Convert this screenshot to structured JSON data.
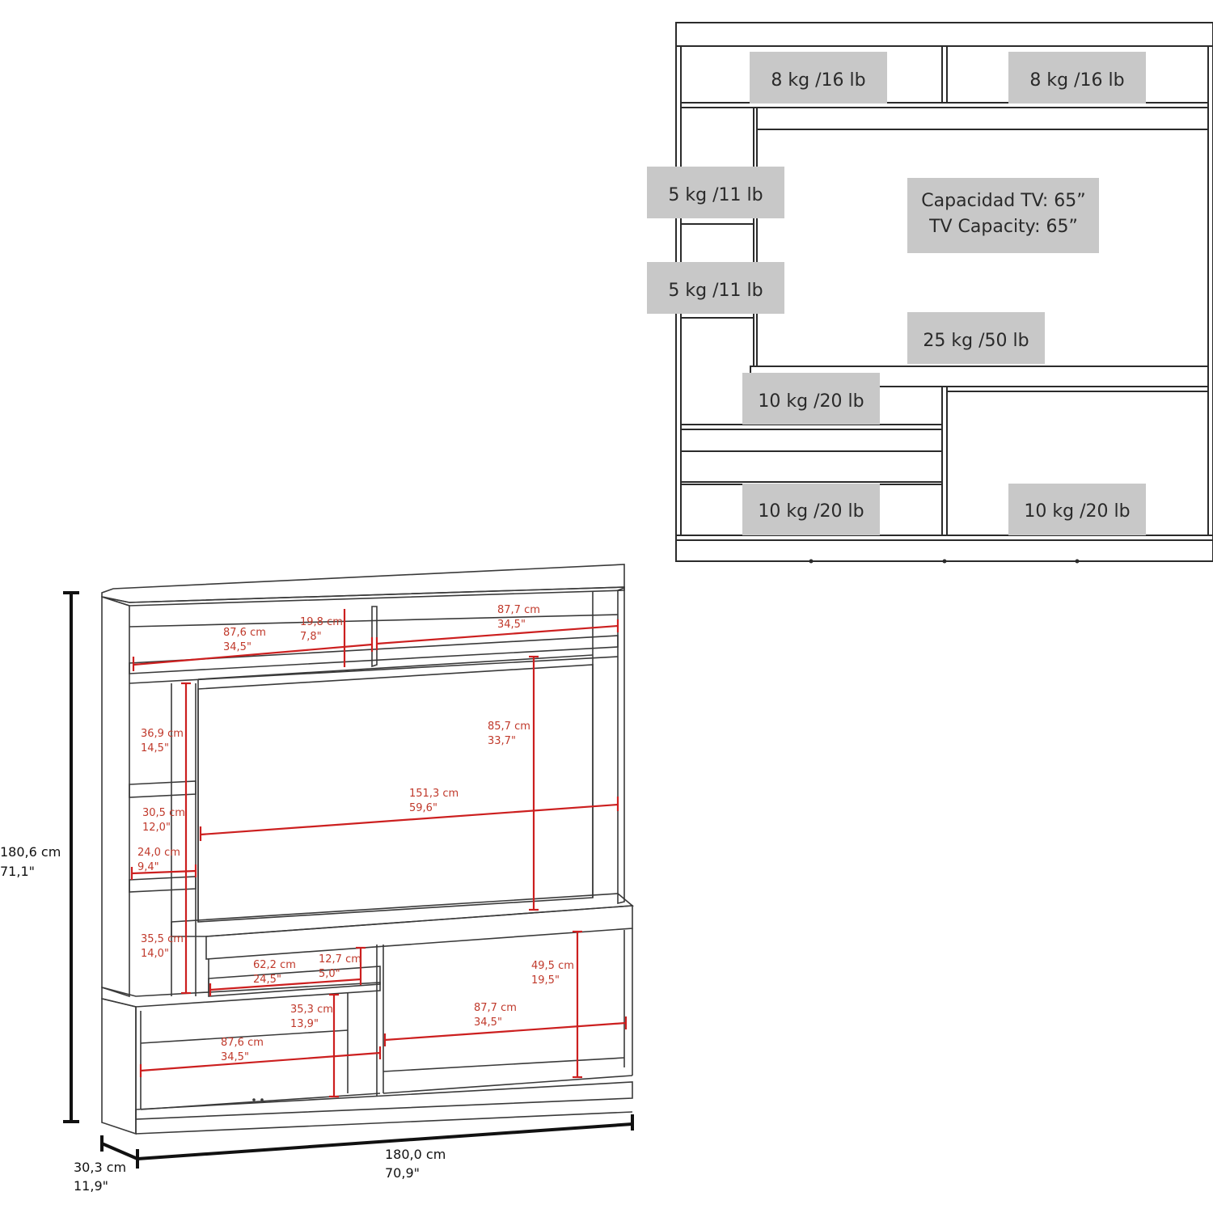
{
  "front_view": {
    "capacity_labels": [
      {
        "id": "top-left-shelf",
        "text": "8 kg /16 lb"
      },
      {
        "id": "top-right-shelf",
        "text": "8 kg /16 lb"
      },
      {
        "id": "left-shelf-upper",
        "text": "5 kg /11 lb"
      },
      {
        "id": "left-shelf-lower",
        "text": "5 kg /11 lb"
      },
      {
        "id": "tv-capacity",
        "line1": "Capacidad TV: 65”",
        "line2": "TV Capacity: 65”"
      },
      {
        "id": "tv-shelf",
        "text": "25 kg /50 lb"
      },
      {
        "id": "left-lower-shelf",
        "text": "10 kg /20 lb"
      },
      {
        "id": "bottom-left",
        "text": "10 kg /20 lb"
      },
      {
        "id": "bottom-right",
        "text": "10 kg /20 lb"
      }
    ]
  },
  "dimension_view": {
    "interior_dimensions": [
      {
        "id": "top-left-width",
        "cm": "87,6 cm",
        "in": "34,5\""
      },
      {
        "id": "top-left-height",
        "cm": "19,8 cm",
        "in": "7,8\""
      },
      {
        "id": "top-right-width",
        "cm": "87,7 cm",
        "in": "34,5\""
      },
      {
        "id": "tv-height",
        "cm": "85,7 cm",
        "in": "33,7\""
      },
      {
        "id": "tv-width",
        "cm": "151,3 cm",
        "in": "59,6\""
      },
      {
        "id": "side-upper-height",
        "cm": "36,9 cm",
        "in": "14,5\""
      },
      {
        "id": "side-mid-height",
        "cm": "30,5 cm",
        "in": "12,0\""
      },
      {
        "id": "side-width",
        "cm": "24,0 cm",
        "in": "9,4\""
      },
      {
        "id": "side-lower-height",
        "cm": "35,5 cm",
        "in": "14,0\""
      },
      {
        "id": "drawer-width",
        "cm": "62,2 cm",
        "in": "24,5\""
      },
      {
        "id": "drawer-height",
        "cm": "12,7 cm",
        "in": "5,0\""
      },
      {
        "id": "lower-right-height",
        "cm": "49,5 cm",
        "in": "19,5\""
      },
      {
        "id": "lower-right-width",
        "cm": "87,7 cm",
        "in": "34,5\""
      },
      {
        "id": "lower-left-height",
        "cm": "35,3 cm",
        "in": "13,9\""
      },
      {
        "id": "lower-left-width",
        "cm": "87,6 cm",
        "in": "34,5\""
      }
    ],
    "overall": {
      "height": {
        "cm": "180,6 cm",
        "in": "71,1\""
      },
      "width": {
        "cm": "180,0 cm",
        "in": "70,9\""
      },
      "depth": {
        "cm": "30,3 cm",
        "in": "11,9\""
      }
    }
  }
}
